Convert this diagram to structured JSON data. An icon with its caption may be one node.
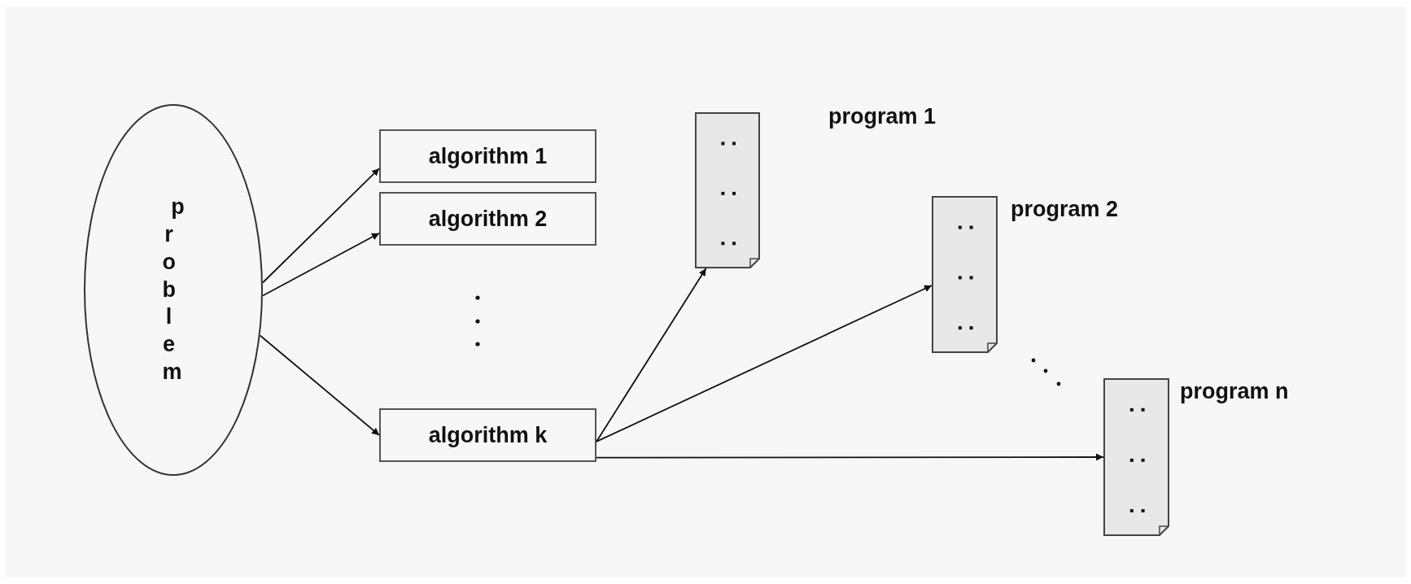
{
  "diagram": {
    "nodes": [
      {
        "text": [
          "problem"
        ]
      },
      {
        "text": [
          "algorithm 1"
        ]
      },
      {
        "text": [
          "algorithm 2"
        ]
      },
      {
        "text": [
          "algorithm k"
        ]
      },
      {
        "text": [],
        "shape": "document",
        "beside": [
          "program 1"
        ]
      },
      {
        "text": [],
        "shape": "document",
        "beside": [
          "program 2"
        ]
      },
      {
        "text": [],
        "shape": "document",
        "beside": [
          "program n"
        ]
      }
    ],
    "edges": [
      {
        "from": 0,
        "to": 1,
        "arrow": "to"
      },
      {
        "from": 0,
        "to": 2,
        "arrow": "to"
      },
      {
        "from": 0,
        "to": 3,
        "arrow": "to"
      },
      {
        "from": 3,
        "to": 4,
        "arrow": "to"
      },
      {
        "from": 3,
        "to": 5,
        "arrow": "to"
      },
      {
        "from": 3,
        "to": 6,
        "arrow": "to"
      }
    ]
  }
}
